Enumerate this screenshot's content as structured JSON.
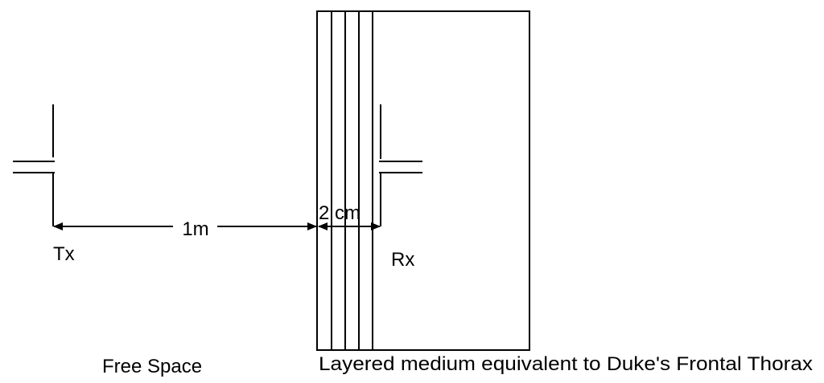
{
  "labels": {
    "tx": "Tx",
    "rx": "Rx",
    "distance_free_space": "1m",
    "distance_layer": "2 cm",
    "region_left": "Free Space",
    "region_right": "Layered medium equivalent to Duke's Frontal Thorax"
  },
  "colors": {
    "stroke": "#000000",
    "background": "#ffffff"
  }
}
